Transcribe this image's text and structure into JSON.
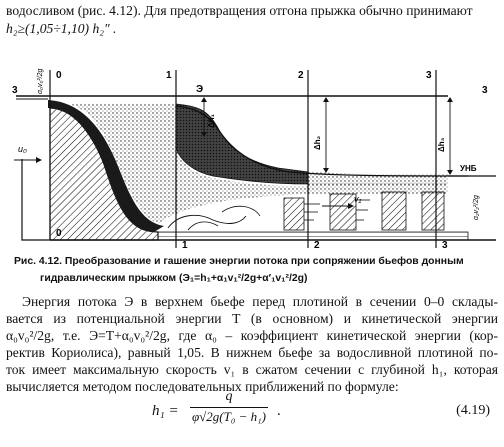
{
  "text": {
    "l1": "водосливом (рис. 4.12). Для предотвращения отгона прыжка обычно принимают",
    "l2": "h₂≥(1,05÷1,10) h₂″ ."
  },
  "figure": {
    "section_labels": [
      "0",
      "1",
      "2",
      "3",
      "0",
      "1",
      "2",
      "3"
    ],
    "level_labels": [
      "3",
      "3"
    ],
    "pe_label": "Э",
    "dh_labels": [
      "Δh₁",
      "Δh₂",
      "Δh₃"
    ],
    "u0_label": "u₀",
    "v1_label": "v₁",
    "uvb_label": "УНБ",
    "top_frac": "α₀v₀²/2g",
    "right_frac": "α₂v₂²/2g"
  },
  "caption": {
    "line1": "Рис. 4.12. Преобразование и гашение энергии потока при сопряжении бьефов донным",
    "line2": "гидравлическим прыжком (Э₁=h₁+α₁v₁²/2g+α′₁v₁²/2g)"
  },
  "body": {
    "p1": "Энергия потока Э в верхнем бьефе перед плотиной в сечении 0–0 склады-",
    "p2": "вается из потенциальной энергии T (в основном) и кинетической энергии",
    "p3": "α₀v₀²/2g, т.е. Э=T+α₀v₀²/2g, где α₀ – коэффициент кинетической энергии (кор-",
    "p4": "ректив Кориолиса), равный 1,05. В нижнем бьефе за водосливной плотиной по-",
    "p5": "ток имеет максимальную скорость v₁ в сжатом сечении с глубиной h₁, которая",
    "p6": "вычисляется методом последовательных приближений по формуле:"
  },
  "equation": {
    "lhs": "h₁ =",
    "numerator": "q",
    "denominator": "φ√2g(T₀ − h₁)",
    "end": ".",
    "number": "(4.19)"
  }
}
